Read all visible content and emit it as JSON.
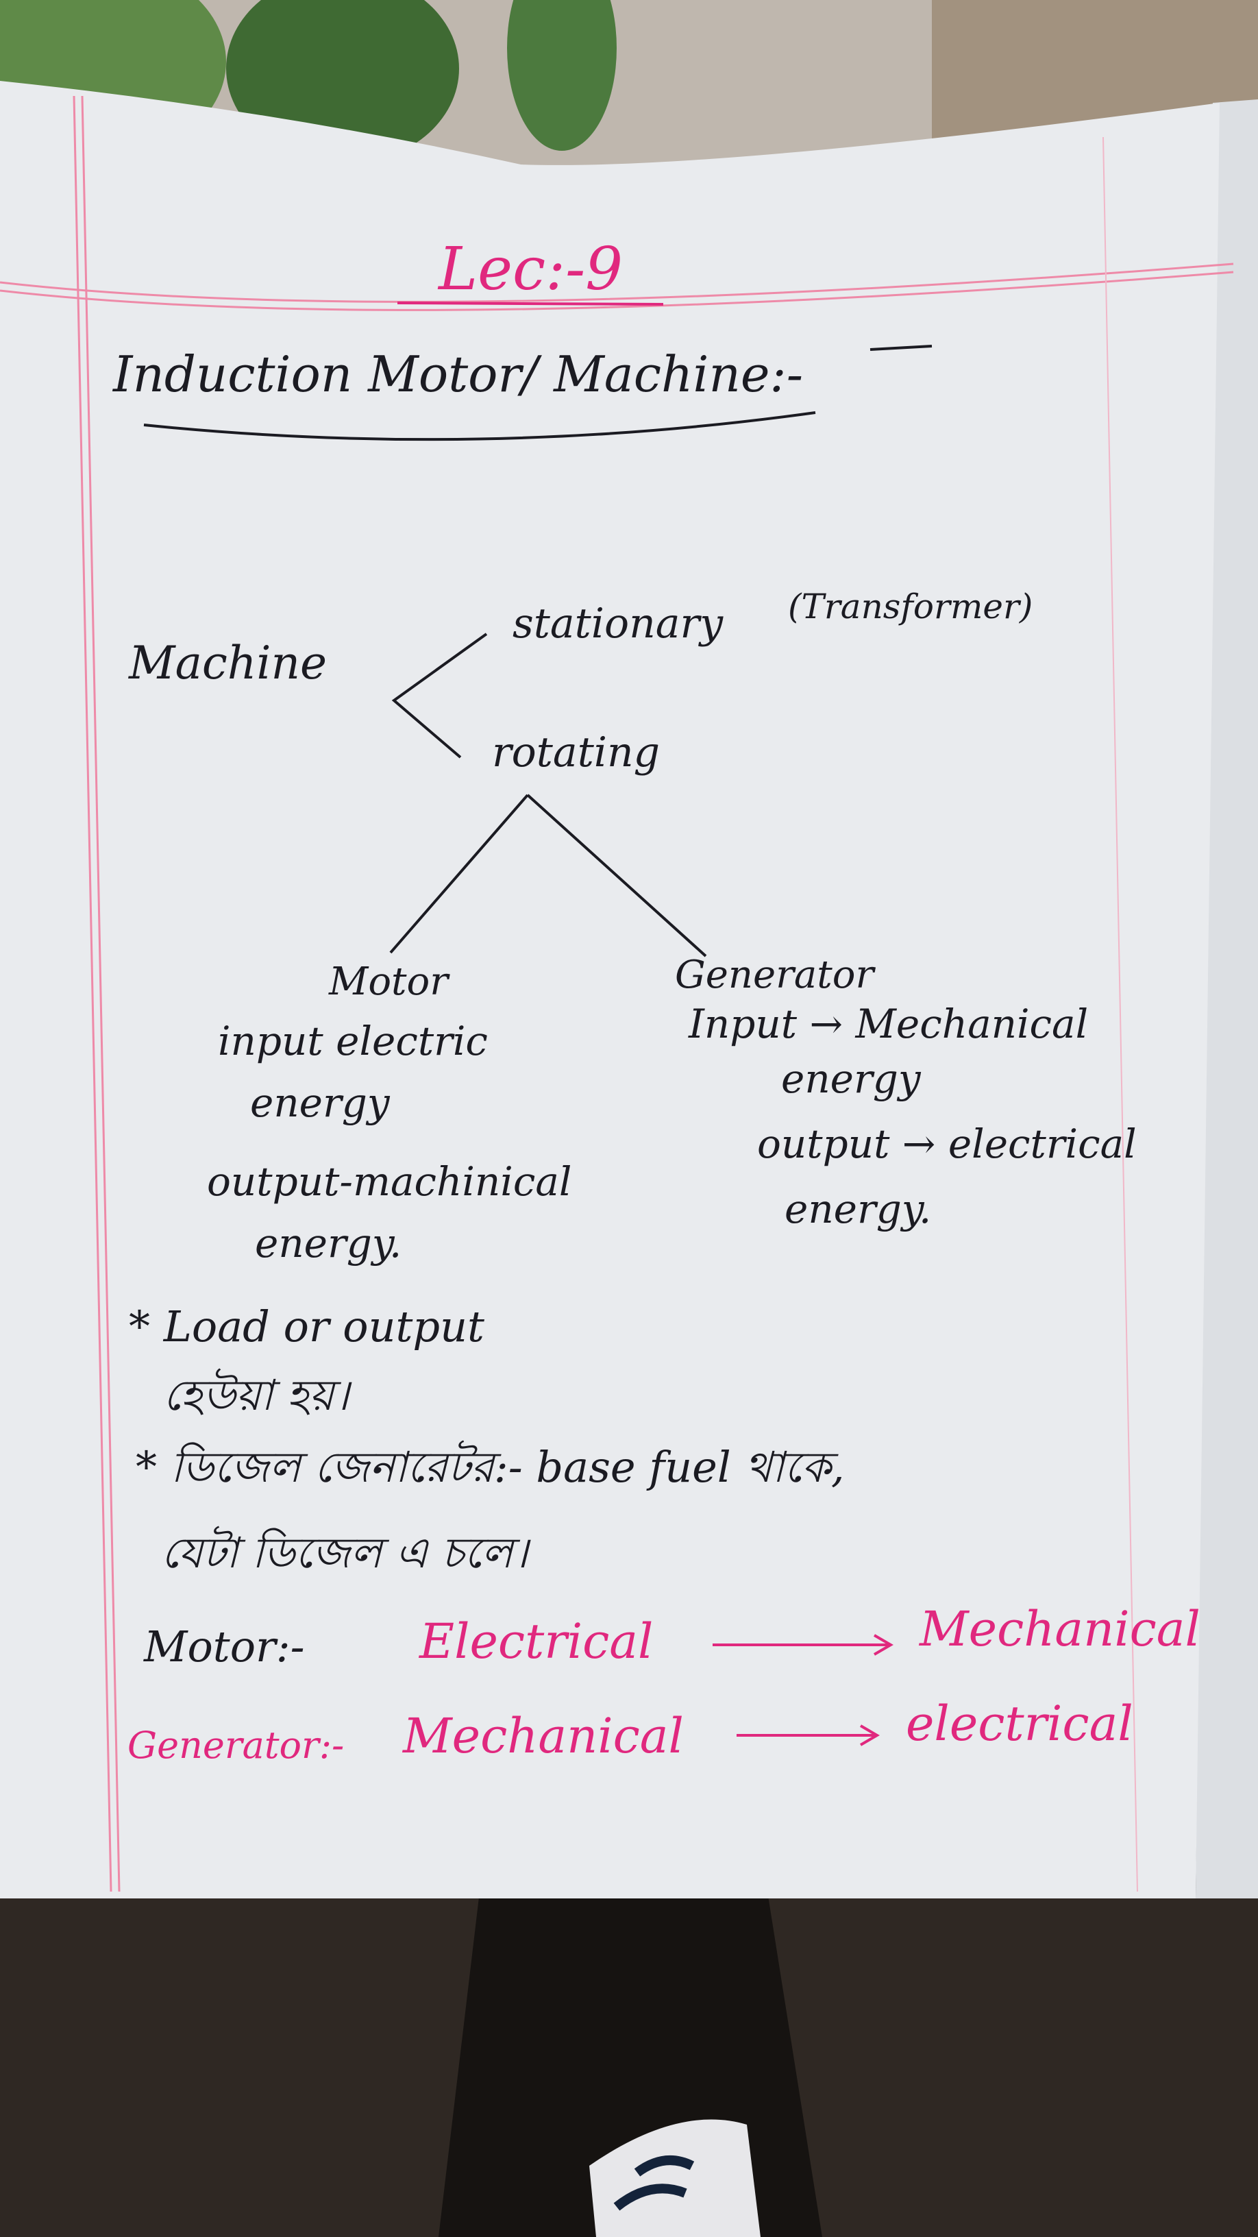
{
  "notebook": {
    "lecture_title": "Lec:-9",
    "heading": "Induction Motor/ Machine:-",
    "tree": {
      "root": "Machine",
      "branch_stationary": "stationary",
      "branch_stationary_note": "(Transformer)",
      "branch_rotating": "rotating",
      "child_motor": "Motor",
      "child_generator": "Generator"
    },
    "motor_notes": [
      "input electric",
      "energy",
      "output-machinical",
      "energy."
    ],
    "generator_notes": [
      "Input → Mechanical",
      "energy",
      "output → electrical",
      "energy."
    ],
    "remarks": [
      "* Load or output",
      "হেউয়া হয়।",
      "* ডিজেল জেনারেটর:- base fuel থাকে,",
      "যেটা ডিজেল এ চলে।"
    ],
    "summary": {
      "motor_label": "Motor:-",
      "motor_from": "Electrical",
      "motor_to": "Mechanical",
      "generator_label": "Generator:-",
      "generator_from": "Mechanical",
      "generator_to": "electrical"
    },
    "colors": {
      "ink": "#1b1b22",
      "pink_ink": "#e0287e",
      "margin_line": "#ee8aa8",
      "paper": "#e9ebee"
    }
  }
}
